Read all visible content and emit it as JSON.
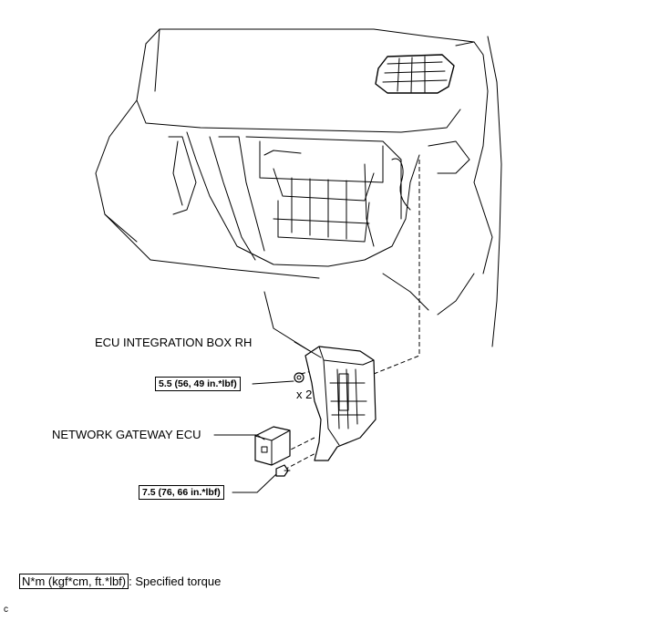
{
  "labels": {
    "ecu_box": "ECU INTEGRATION BOX RH",
    "gateway": "NETWORK GATEWAY ECU",
    "quantity": "x 2"
  },
  "torques": {
    "bolt_top": "5.5 (56, 49 in.*lbf)",
    "bolt_bottom": "7.5 (76, 66 in.*lbf)"
  },
  "legend": {
    "unit": "N*m (kgf*cm, ft.*lbf)",
    "text": ": Specified torque"
  },
  "corner_mark": "c"
}
